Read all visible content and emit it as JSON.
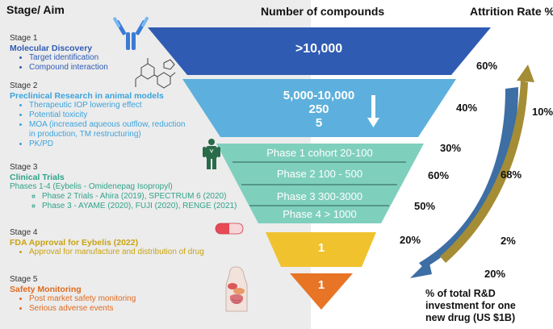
{
  "headers": {
    "stage": "Stage/ Aim",
    "compounds": "Number of compounds",
    "attrition": "Attrition Rate %"
  },
  "stages": [
    {
      "num": "Stage 1",
      "title": "Molecular Discovery",
      "bullets": [
        "Target identification",
        "Compound interaction"
      ]
    },
    {
      "num": "Stage 2",
      "title": "Preclinical Research in animal models",
      "bullets": [
        "Therapeutic IOP lowering effect",
        "Potential toxicity",
        "MOA (increased aqueous outflow, reduction",
        "in production, TM restructuring)",
        "PK/PD"
      ]
    },
    {
      "num": "Stage 3",
      "title": "Clinical Trials",
      "line": "Phases 1-4 (Eybelis - Omidenepag Isopropyl)",
      "sub": [
        "Phase 2 Trials - Ahira (2019), SPECTRUM 6 (2020)",
        "Phase 3 - AYAME (2020), FUJI (2020), RENGE (2021)"
      ]
    },
    {
      "num": "Stage 4",
      "title": "FDA Approval for Eybelis (2022)",
      "bullets": [
        "Approval for manufacture and distribution of drug"
      ]
    },
    {
      "num": "Stage 5",
      "title": "Safety Monitoring",
      "bullets": [
        "Post market safety monitoring",
        "Serious adverse events"
      ]
    }
  ],
  "funnel": {
    "level1": ">10,000",
    "level2": [
      "5,000-10,000",
      "250",
      "5"
    ],
    "phases": [
      "Phase 1 cohort 20-100",
      "Phase 2 100 - 500",
      "Phase 3 300-3000",
      "Phase 4 > 1000"
    ],
    "level4": "1",
    "level5": "1"
  },
  "attrition_rates": [
    "60%",
    "40%",
    "30%",
    "60%",
    "50%",
    "20%"
  ],
  "investment_rates": [
    "10%",
    "68%",
    "2%",
    "20%"
  ],
  "footnote": [
    "% of total R&D",
    "investment for one",
    "new drug (US $1B)"
  ],
  "colors": {
    "level1": "#2f5bb3",
    "level2": "#5db0dd",
    "level3": "#7fcfbd",
    "level4": "#f0c22e",
    "level5": "#e87426",
    "arrow_blue": "#3d6ea4",
    "arrow_olive": "#a48d34"
  },
  "icons": [
    "antibody-icon",
    "molecule-icon",
    "person-icon",
    "pill-icon",
    "organs-icon",
    "down-arrow-icon"
  ]
}
